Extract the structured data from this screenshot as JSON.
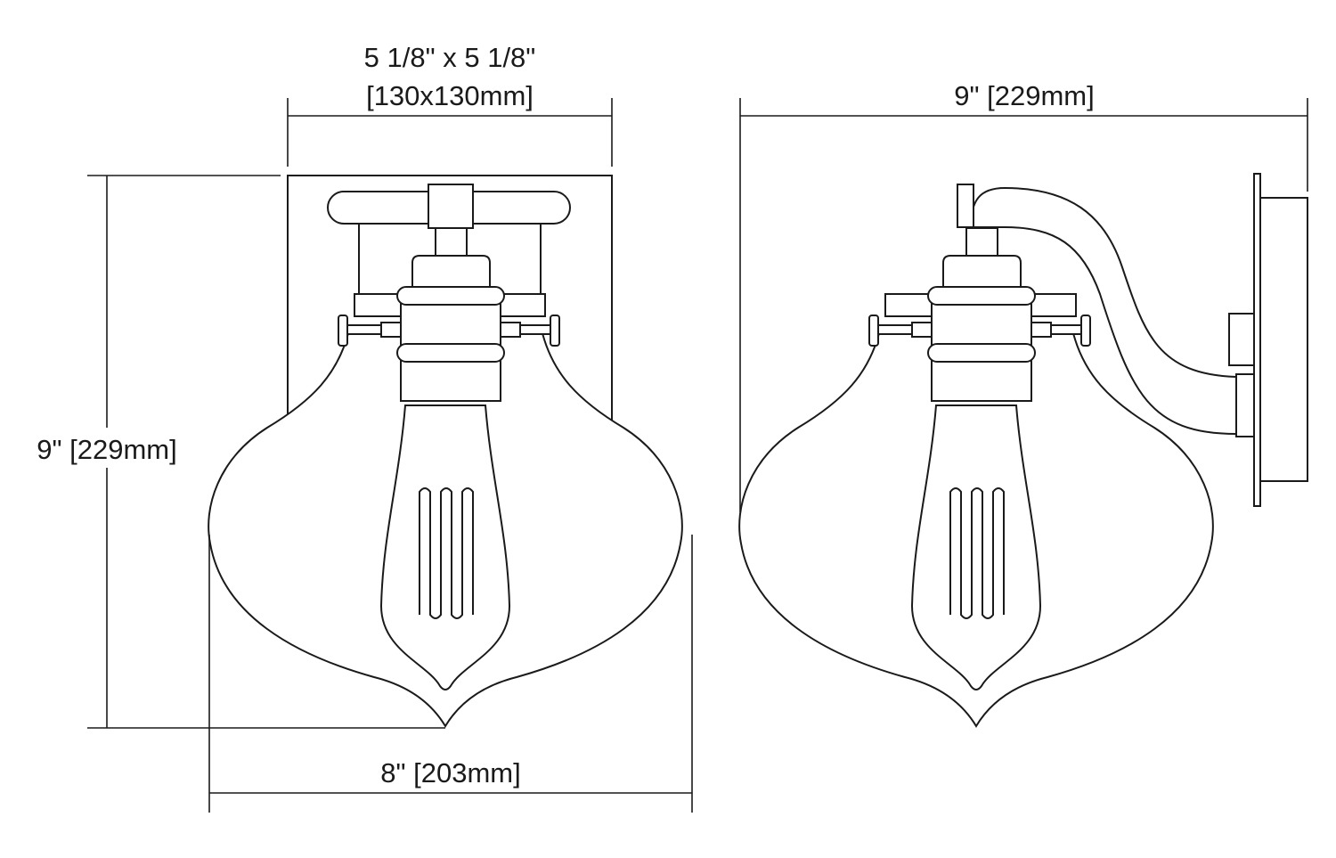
{
  "title": "Wall sconce dimension drawing",
  "dimensions": {
    "backplate_imperial": "5 1/8\" x 5 1/8\"",
    "backplate_metric": "[130x130mm]",
    "extension": "9\" [229mm]",
    "height": "9\" [229mm]",
    "width": "8\" [203mm]"
  },
  "views": [
    "front",
    "side"
  ]
}
